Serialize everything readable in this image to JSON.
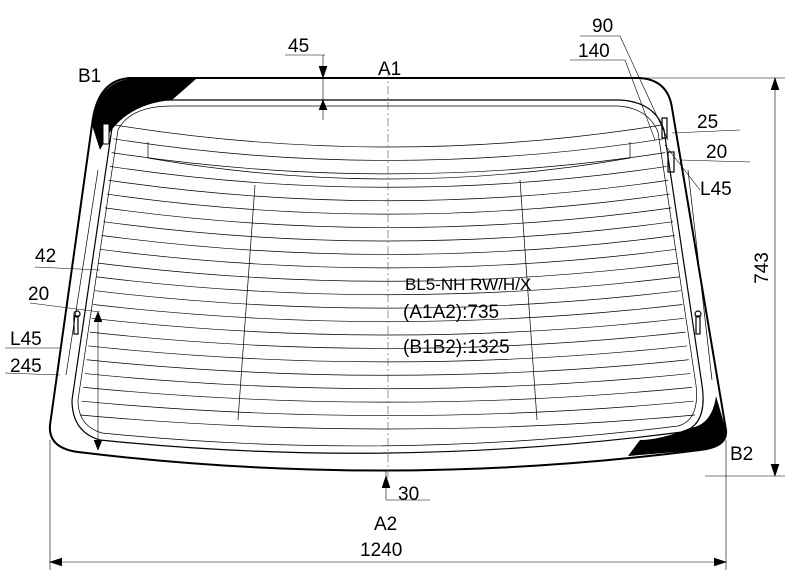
{
  "diagram": {
    "part_code": "BL5-NH RW/H/X",
    "dim_a1a2": "(A1A2):735",
    "dim_b1b2": "(B1B2):1325",
    "points": {
      "a1": "A1",
      "a2": "A2",
      "b1": "B1",
      "b2": "B2"
    },
    "dims": {
      "top_offset": "45",
      "top_right_90": "90",
      "top_right_140": "140",
      "right_25": "25",
      "right_20": "20",
      "right_l45": "L45",
      "left_42": "42",
      "left_20": "20",
      "left_l45": "L45",
      "left_245": "245",
      "bottom_offset": "30",
      "height": "743",
      "width": "1240"
    }
  }
}
